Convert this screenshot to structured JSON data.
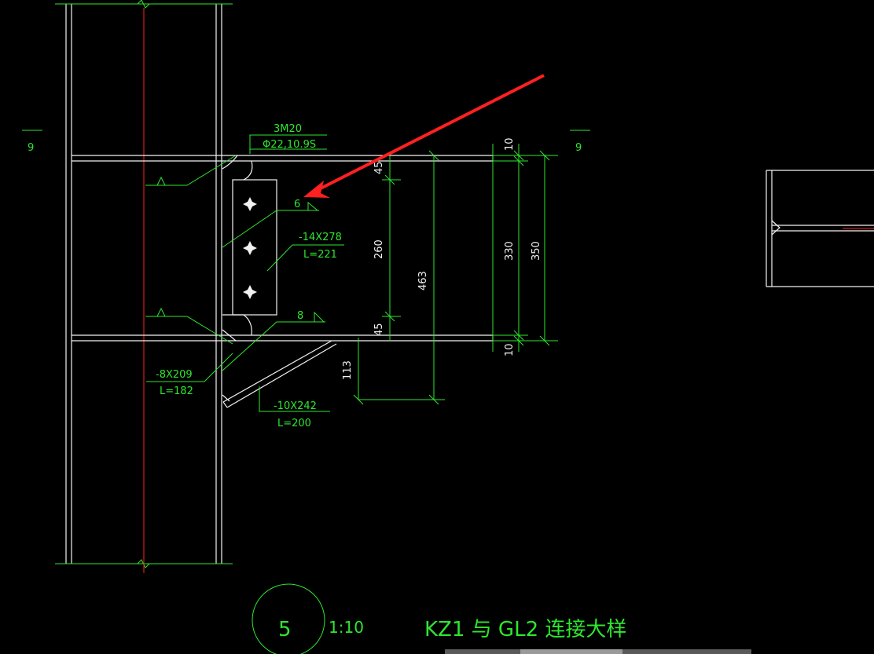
{
  "drawing": {
    "section_marks": {
      "left": "9",
      "right": "9"
    },
    "bolt_note": {
      "line1": "3M20",
      "line2": "Φ22,10.9S"
    },
    "weld_6": "6",
    "weld_8": "8",
    "plate_shear": {
      "line1": "-14X278",
      "line2": "L=221"
    },
    "plate_stiff": {
      "line1": "-8X209",
      "line2": "L=182"
    },
    "plate_brace": {
      "line1": "-10X242",
      "line2": "L=200"
    },
    "dims": {
      "top_10": "10",
      "top_45": "45",
      "d260": "260",
      "bot_45": "45",
      "d463": "463",
      "d330": "330",
      "d350": "350",
      "bot_10": "10",
      "d113": "113"
    },
    "detail_number": "5",
    "scale": "1:10",
    "title": "KZ1   与 GL2   连接大样",
    "colors": {
      "lines": "#f2f2f2",
      "annotation": "#2ee62e",
      "centerline": "#ff2020",
      "arrow": "#ff2020",
      "background": "#000000"
    }
  }
}
